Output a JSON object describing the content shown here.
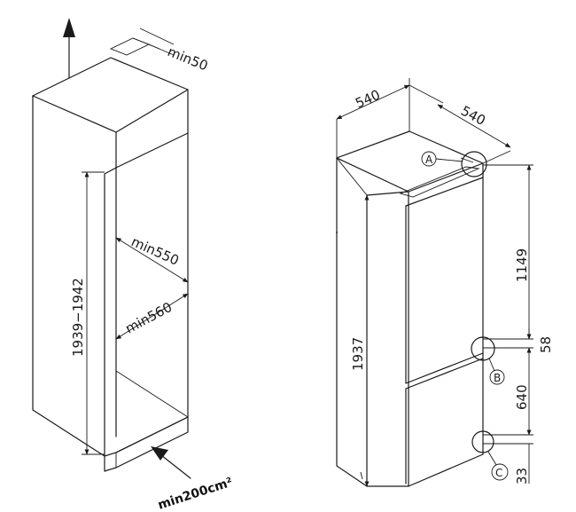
{
  "left_figure": {
    "top_vent_label": "min50",
    "height_label": "1939−1942",
    "depth_label_upper": "min550",
    "depth_label_lower": "min560",
    "bottom_vent_label": "min200cm²"
  },
  "right_figure": {
    "width_label": "540",
    "depth_label": "540",
    "total_height_label": "1937",
    "upper_segment_label": "1149",
    "gap_label": "58",
    "lower_segment_label": "640",
    "bottom_label": "33",
    "callout_a": "A",
    "callout_b": "B",
    "callout_c": "C"
  }
}
